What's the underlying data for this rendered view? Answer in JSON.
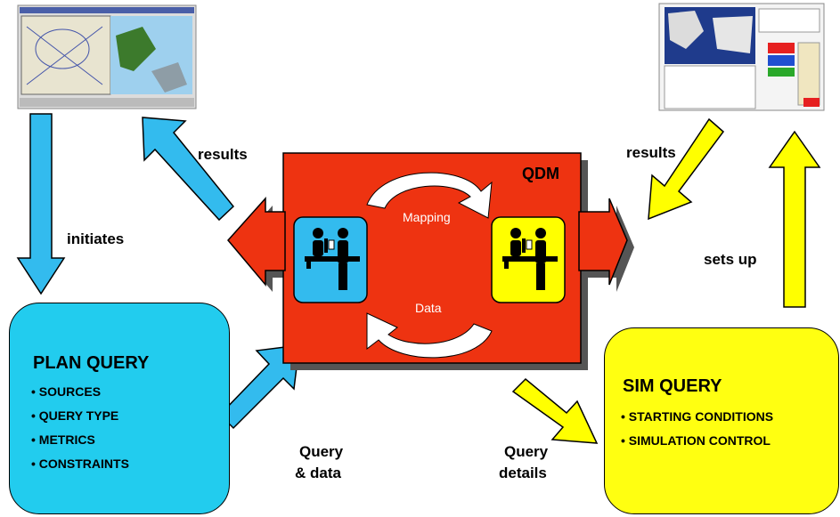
{
  "labels": {
    "results_left": "results",
    "results_right": "results",
    "initiates": "initiates",
    "sets_up": "sets up",
    "query_data_1": "Query",
    "query_data_2": "& data",
    "query_details_1": "Query",
    "query_details_2": "details"
  },
  "qdm": {
    "title": "QDM",
    "mapping": "Mapping",
    "data": "Data"
  },
  "plan_query": {
    "title": "PLAN QUERY",
    "items": [
      "SOURCES",
      "QUERY TYPE",
      "METRICS",
      "CONSTRAINTS"
    ]
  },
  "sim_query": {
    "title": "SIM QUERY",
    "items": [
      "STARTING CONDITIONS",
      "SIMULATION CONTROL"
    ]
  },
  "colors": {
    "cyan": "#33bbee",
    "yellow": "#ffff00",
    "red": "#ee3311",
    "plan_box": "#22ccee",
    "sim_box": "#ffff11"
  }
}
